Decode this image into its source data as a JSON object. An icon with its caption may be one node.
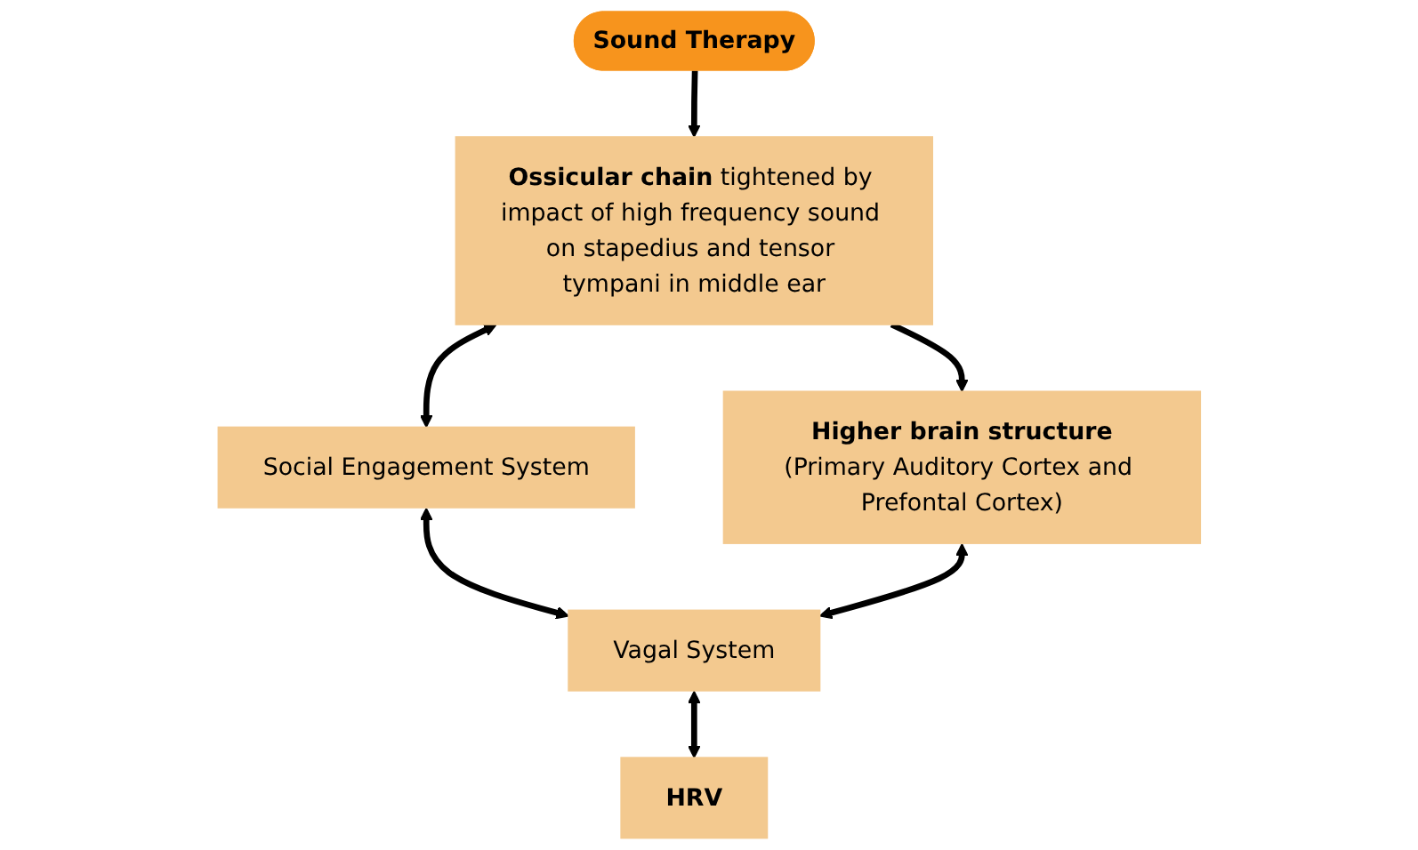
{
  "diagram": {
    "nodes": [
      {
        "text": [
          "Sound Therapy"
        ]
      },
      {
        "text": [
          "**Ossicular chain** tightened by impact of high frequency sound on stapedius and tensor tympani in middle ear"
        ]
      },
      {
        "text": [
          "Higher brain structure",
          "(Primary Auditory Cortex and Prefontal Cortex)"
        ]
      },
      {
        "text": [
          "Social Engagement System"
        ]
      },
      {
        "text": [
          "Vagal System"
        ]
      },
      {
        "text": [
          "HRV"
        ]
      }
    ],
    "edges": [
      {
        "from": 0,
        "to": 1,
        "arrow": "to"
      },
      {
        "from": 1,
        "to": 2,
        "arrow": "to"
      },
      {
        "from": 1,
        "to": 3,
        "arrow": "both"
      },
      {
        "from": 3,
        "to": 4,
        "arrow": "both"
      },
      {
        "from": 2,
        "to": 4,
        "arrow": "both"
      },
      {
        "from": 4,
        "to": 5,
        "arrow": "both"
      }
    ]
  }
}
